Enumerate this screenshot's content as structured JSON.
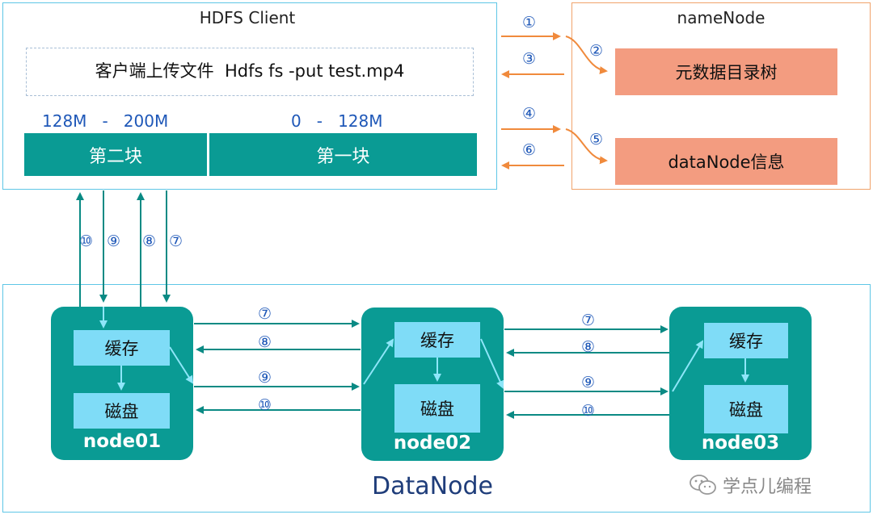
{
  "client": {
    "title": "HDFS Client",
    "upload_text": "客户端上传文件  Hdfs fs -put test.mp4",
    "range_second": "128M   -   200M",
    "range_first": "0   -   128M",
    "block_second": "第二块",
    "block_first": "第一块"
  },
  "namenode": {
    "title": "nameNode",
    "metadata": "元数据目录树",
    "datanode_info": "dataNode信息"
  },
  "datanode": {
    "title": "DataNode",
    "nodes": [
      {
        "name": "node01",
        "cache": "缓存",
        "disk": "磁盘"
      },
      {
        "name": "node02",
        "cache": "缓存",
        "disk": "磁盘"
      },
      {
        "name": "node03",
        "cache": "缓存",
        "disk": "磁盘"
      }
    ]
  },
  "steps": {
    "s1": "①",
    "s2": "②",
    "s3": "③",
    "s4": "④",
    "s5": "⑤",
    "s6": "⑥",
    "s7": "⑦",
    "s8": "⑧",
    "s9": "⑨",
    "s10": "⑩"
  },
  "watermark": {
    "text": "学点儿编程"
  },
  "colors": {
    "teal": "#0a9b94",
    "light_cyan": "#7fdcf7",
    "salmon": "#f39c80",
    "orange_arrow": "#f08a3c",
    "blue_text": "#1f58b8"
  }
}
